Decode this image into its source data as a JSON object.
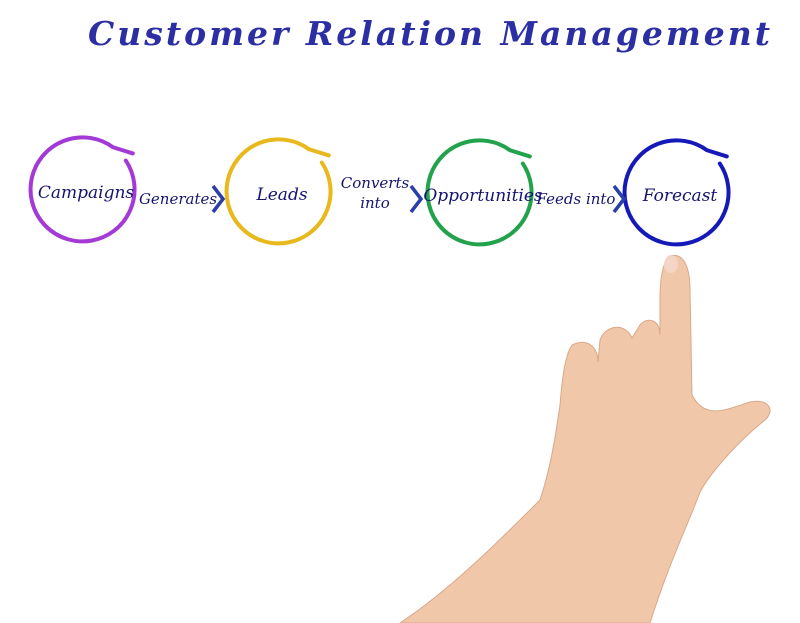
{
  "title": "Customer Relation Management",
  "nodes": [
    {
      "label": "Campaigns",
      "color": "#a43ad6"
    },
    {
      "label": "Leads",
      "color": "#e8b81c"
    },
    {
      "label": "Opportunities",
      "color": "#22a24a"
    },
    {
      "label": "Forecast",
      "color": "#1419b8"
    }
  ],
  "connectors": [
    {
      "label": "Generates"
    },
    {
      "label": "Converts\ninto"
    },
    {
      "label": "Feeds into"
    }
  ],
  "colors": {
    "arrow": "#2b3fa8",
    "skin": "#f0c7a8"
  }
}
